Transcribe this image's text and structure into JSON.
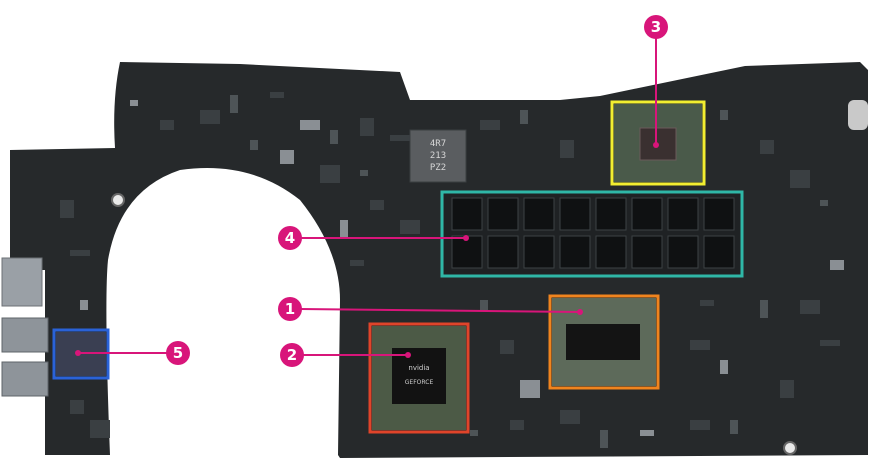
{
  "colors": {
    "background": "#ffffff",
    "board": "#26292b",
    "callout": "#d8157a",
    "box_cpu": "#f0841e",
    "box_gpu": "#e0442a",
    "box_controller": "#f2ee30",
    "box_memory": "#2fb7a7",
    "box_thunderbolt": "#2a62d8"
  },
  "callouts": [
    {
      "number": "1",
      "component_box": "cpu"
    },
    {
      "number": "2",
      "component_box": "gpu"
    },
    {
      "number": "3",
      "component_box": "controller"
    },
    {
      "number": "4",
      "component_box": "memory"
    },
    {
      "number": "5",
      "component_box": "thunderbolt"
    }
  ],
  "chip_markings": {
    "inductor": [
      "4R7",
      "213",
      "PZ2"
    ],
    "gpu": [
      "nvidia",
      "GEFORCE"
    ]
  }
}
